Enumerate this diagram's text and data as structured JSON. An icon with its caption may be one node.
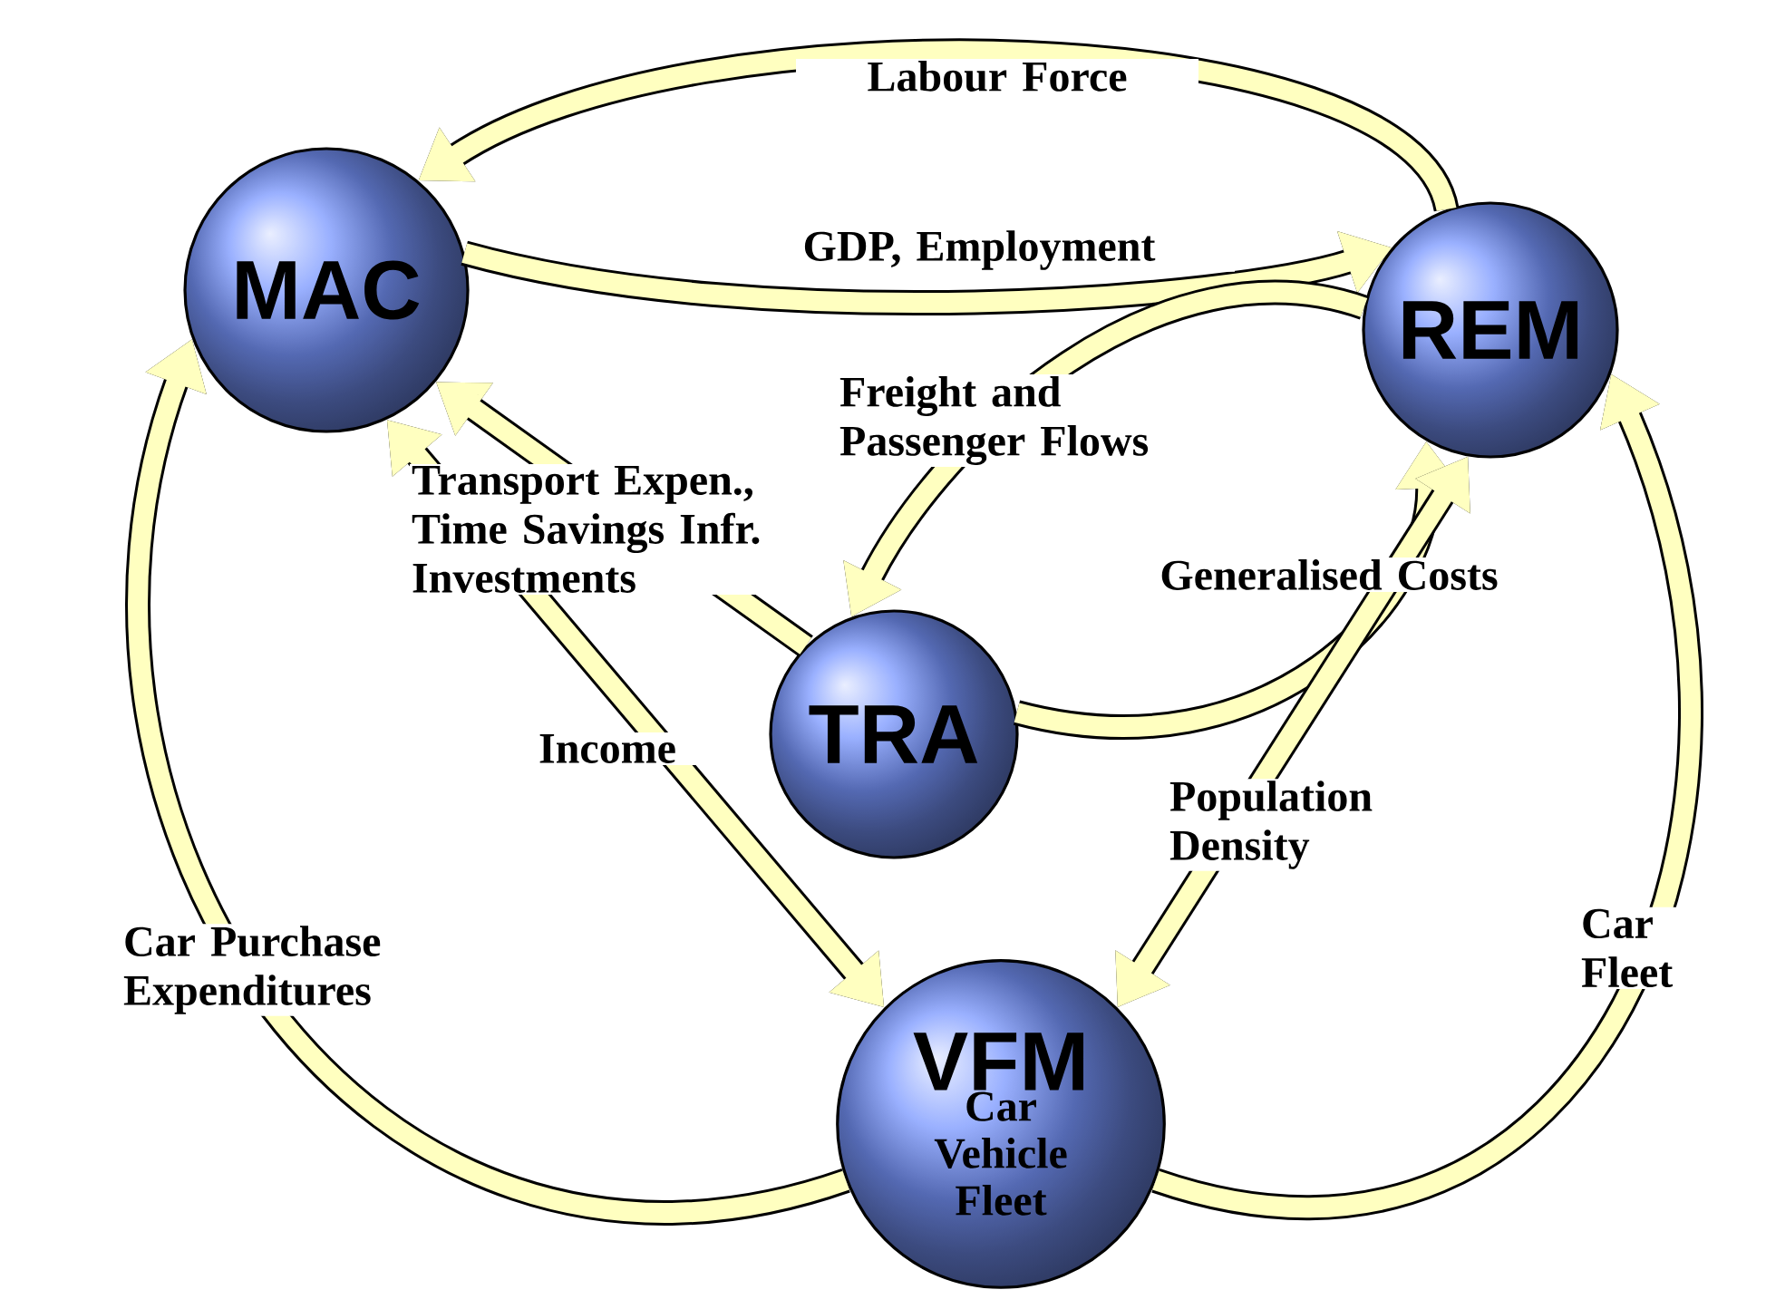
{
  "diagram": {
    "nodes": [
      {
        "text": [
          "MAC"
        ]
      },
      {
        "text": [
          "REM"
        ]
      },
      {
        "text": [
          "TRA"
        ]
      },
      {
        "text": [
          "VFM",
          "Car Vehicle Fleet"
        ]
      }
    ],
    "edges": [
      {
        "from": 1,
        "to": 0,
        "arrow": "to",
        "label": "Labour Force"
      },
      {
        "from": 0,
        "to": 1,
        "arrow": "to",
        "label": "GDP, Employment"
      },
      {
        "from": 2,
        "to": 0,
        "arrow": "to",
        "label": "Transport Expen., Time Savings Infr. Investments"
      },
      {
        "from": 1,
        "to": 2,
        "arrow": "to",
        "label": "Freight and Passenger Flows"
      },
      {
        "from": 2,
        "to": 1,
        "arrow": "to",
        "label": "Generalised Costs"
      },
      {
        "from": 0,
        "to": 3,
        "arrow": "both",
        "label": "Income"
      },
      {
        "from": 1,
        "to": 3,
        "arrow": "both",
        "label": "Population Density"
      },
      {
        "from": 3,
        "to": 0,
        "arrow": "to",
        "label": "Car Purchase Expenditures"
      },
      {
        "from": 3,
        "to": 1,
        "arrow": "to",
        "label": "Car Fleet"
      }
    ]
  }
}
